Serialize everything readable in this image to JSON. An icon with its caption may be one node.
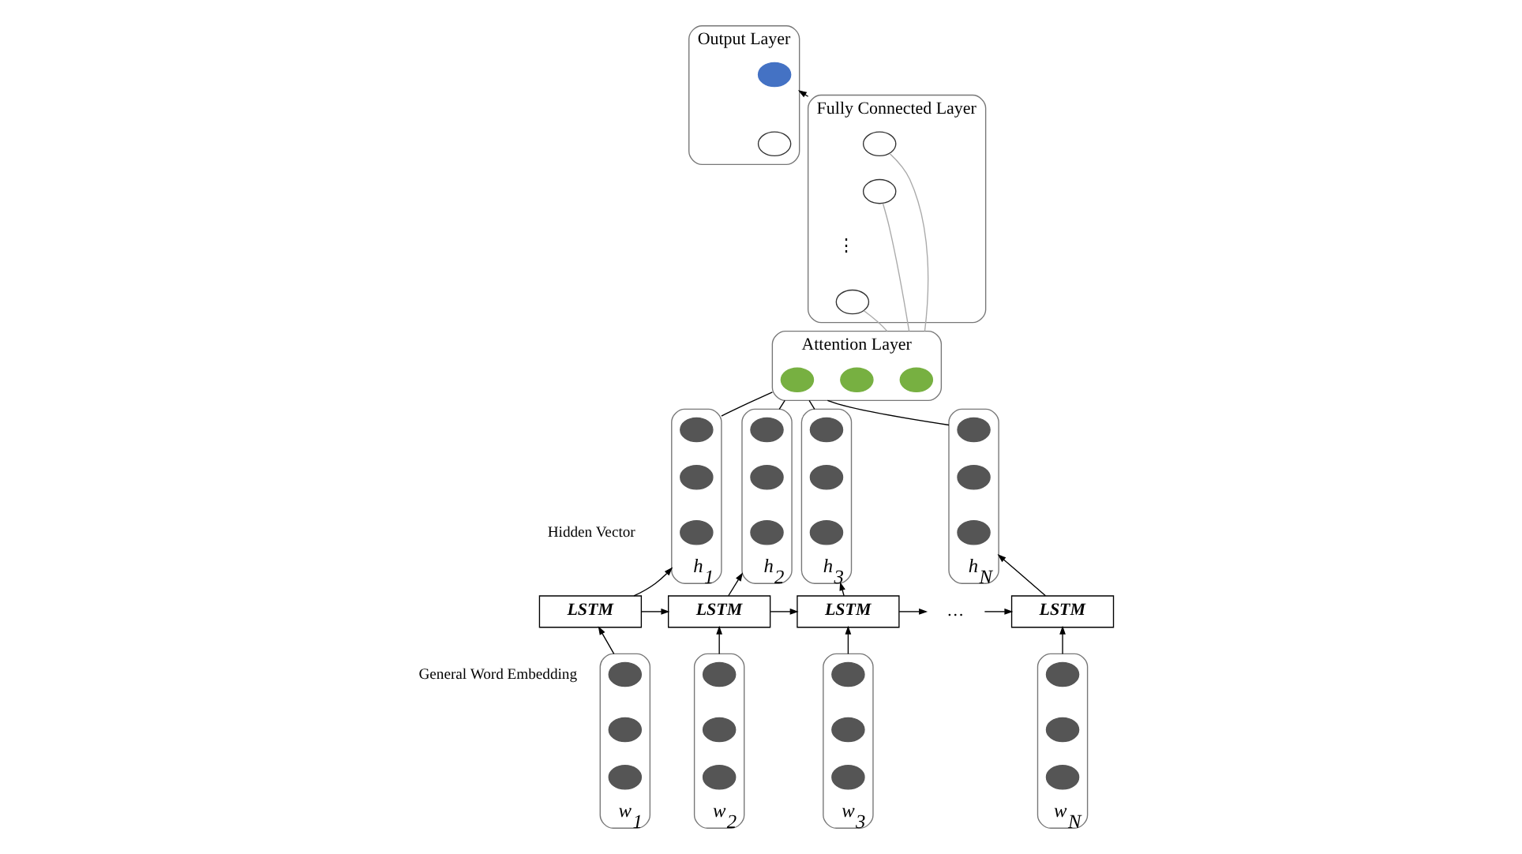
{
  "diagram": {
    "nodes": [
      {
        "text": [
          "Fully Connected Layer"
        ]
      },
      {
        "text": [],
        "shape": "circle",
        "in": 0
      },
      {
        "text": [],
        "shape": "circle",
        "in": 0
      },
      {
        "text": [
          "⋮"
        ],
        "in": 0
      },
      {
        "text": [],
        "shape": "circle",
        "in": 0
      },
      {
        "text": [
          "Output Layer"
        ]
      },
      {
        "text": [],
        "shape": "circle",
        "in": 5
      },
      {
        "text": [],
        "shape": "circle",
        "in": 5
      },
      {
        "text": [
          "Attention Layer"
        ]
      },
      {
        "text": [],
        "shape": "circle",
        "in": 8
      },
      {
        "text": [],
        "shape": "circle",
        "in": 8
      },
      {
        "text": [],
        "shape": "circle",
        "in": 8
      },
      {
        "text": [],
        "shape": "box",
        "beside": [
          "h$_{1}$"
        ]
      },
      {
        "text": [],
        "shape": "circle",
        "in": 12
      },
      {
        "text": [],
        "shape": "circle",
        "in": 12
      },
      {
        "text": [],
        "shape": "circle",
        "in": 12
      },
      {
        "text": [],
        "shape": "box",
        "beside": [
          "h$_{2}$"
        ]
      },
      {
        "text": [],
        "shape": "circle",
        "in": 16
      },
      {
        "text": [],
        "shape": "circle",
        "in": 16
      },
      {
        "text": [],
        "shape": "circle",
        "in": 16
      },
      {
        "text": [],
        "shape": "box",
        "beside": [
          "h$_{3}$"
        ]
      },
      {
        "text": [],
        "shape": "circle",
        "in": 20
      },
      {
        "text": [],
        "shape": "circle",
        "in": 20
      },
      {
        "text": [],
        "shape": "circle",
        "in": 20
      },
      {
        "text": [],
        "shape": "box",
        "beside": [
          "h$_{N}$"
        ]
      },
      {
        "text": [],
        "shape": "circle",
        "in": 24
      },
      {
        "text": [],
        "shape": "circle",
        "in": 24
      },
      {
        "text": [],
        "shape": "circle",
        "in": 24
      },
      {
        "text": [
          "LSTM"
        ]
      },
      {
        "text": [
          "LSTM"
        ]
      },
      {
        "text": [
          "LSTM"
        ]
      },
      {
        "text": [
          "…"
        ]
      },
      {
        "text": [
          "LSTM"
        ]
      },
      {
        "text": [],
        "shape": "box",
        "beside": [
          "w$_{1}$"
        ]
      },
      {
        "text": [],
        "shape": "circle",
        "in": 33
      },
      {
        "text": [],
        "shape": "circle",
        "in": 33
      },
      {
        "text": [],
        "shape": "circle",
        "in": 33
      },
      {
        "text": [],
        "shape": "box",
        "beside": [
          "w$_{2}$"
        ]
      },
      {
        "text": [],
        "shape": "circle",
        "in": 37
      },
      {
        "text": [],
        "shape": "circle",
        "in": 37
      },
      {
        "text": [],
        "shape": "circle",
        "in": 37
      },
      {
        "text": [],
        "shape": "box",
        "beside": [
          "w$_{3}$"
        ]
      },
      {
        "text": [],
        "shape": "circle",
        "in": 41
      },
      {
        "text": [],
        "shape": "circle",
        "in": 41
      },
      {
        "text": [],
        "shape": "circle",
        "in": 41
      },
      {
        "text": [],
        "shape": "box",
        "beside": [
          "w$_{N}$"
        ]
      },
      {
        "text": [],
        "shape": "circle",
        "in": 45
      },
      {
        "text": [],
        "shape": "circle",
        "in": 45
      },
      {
        "text": [],
        "shape": "circle",
        "in": 45
      }
    ],
    "edges": [
      {
        "from": 8,
        "to": 1,
        "arrow": "none",
        "color": "#aaaaaa"
      },
      {
        "from": 8,
        "to": 2,
        "arrow": "none",
        "color": "#aaaaaa"
      },
      {
        "from": 8,
        "to": 4,
        "arrow": "none",
        "color": "#aaaaaa"
      },
      {
        "from": 0,
        "to": 5,
        "arrow": "to"
      },
      {
        "from": 12,
        "to": 8,
        "arrow": "none"
      },
      {
        "from": 16,
        "to": 8,
        "arrow": "none"
      },
      {
        "from": 20,
        "to": 8,
        "arrow": "none"
      },
      {
        "from": 24,
        "to": 8,
        "arrow": "none"
      },
      {
        "from": 28,
        "to": 12,
        "arrow": "to"
      },
      {
        "from": 29,
        "to": 16,
        "arrow": "to"
      },
      {
        "from": 30,
        "to": 20,
        "arrow": "to"
      },
      {
        "from": 32,
        "to": 24,
        "arrow": "to"
      },
      {
        "from": 28,
        "to": 29,
        "arrow": "to"
      },
      {
        "from": 29,
        "to": 30,
        "arrow": "to"
      },
      {
        "from": 30,
        "to": 31,
        "arrow": "to"
      },
      {
        "from": 31,
        "to": 32,
        "arrow": "to"
      },
      {
        "from": 33,
        "to": 28,
        "arrow": "to"
      },
      {
        "from": 37,
        "to": 29,
        "arrow": "to"
      },
      {
        "from": 41,
        "to": 30,
        "arrow": "to"
      },
      {
        "from": 45,
        "to": 32,
        "arrow": "to"
      }
    ],
    "labels": [
      "Hidden Vector",
      "General Word Embedding"
    ]
  }
}
